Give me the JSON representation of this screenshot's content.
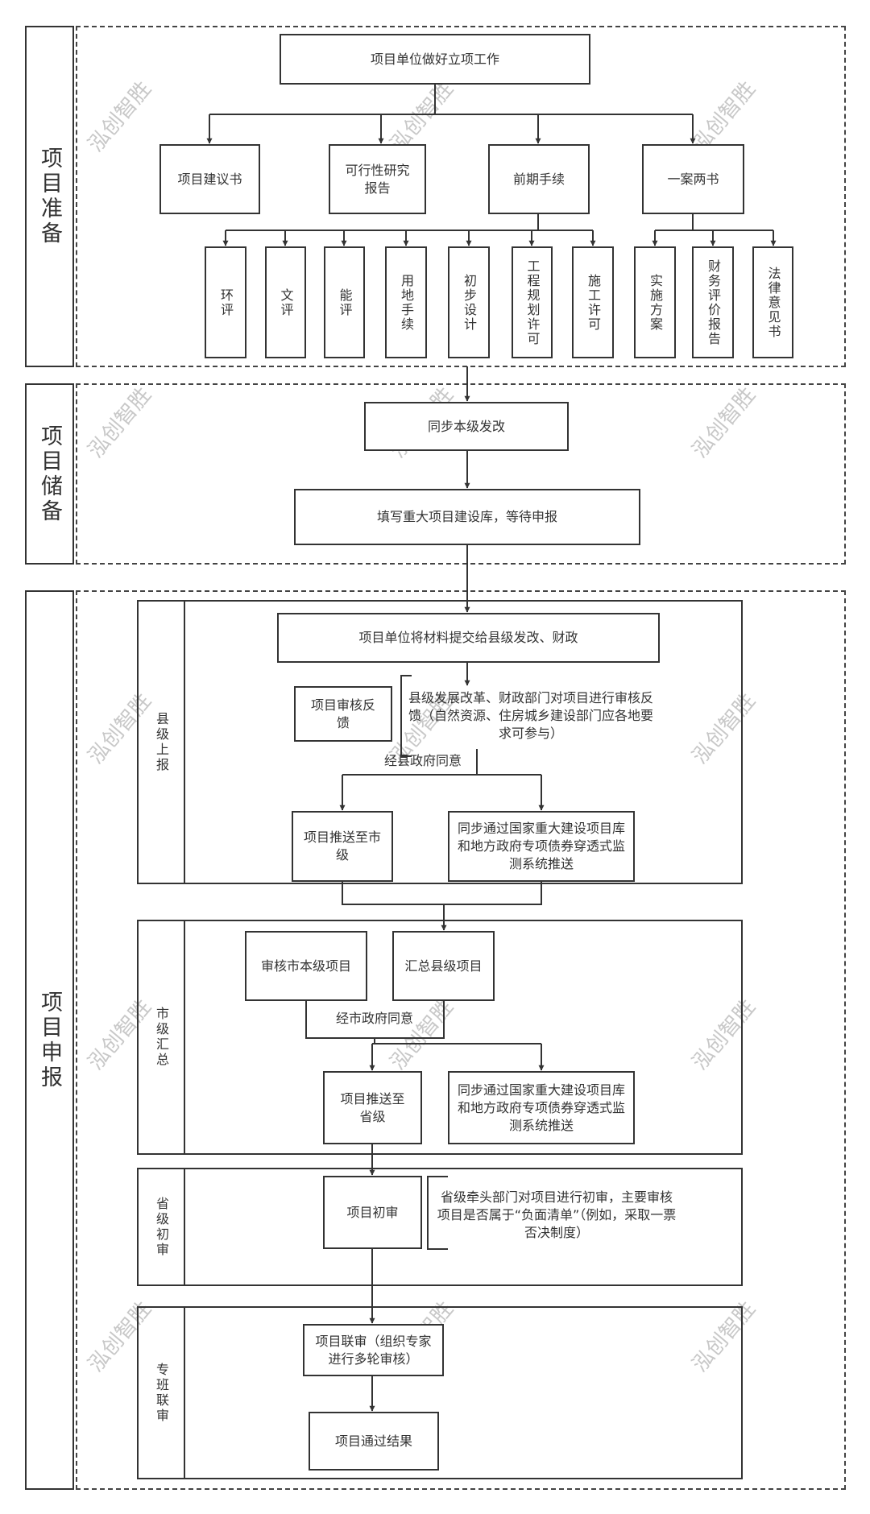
{
  "watermark": "泓创智胜",
  "stages": [
    {
      "label": "项目准备"
    },
    {
      "label": "项目储备"
    },
    {
      "label": "项目申报"
    }
  ],
  "prep": {
    "root": "项目单位做好立项工作",
    "branches": [
      "项目建议书",
      "可行性研究报告",
      "前期手续",
      "一案两书"
    ],
    "procedures": [
      "环评",
      "文评",
      "能评",
      "用地手续",
      "初步设计",
      "工程规划许可",
      "施工许可"
    ],
    "plan_docs": [
      "实施方案",
      "财务评价报告",
      "法律意见书"
    ]
  },
  "reserve": {
    "sync": "同步本级发改",
    "fill": "填写重大项目建设库，等待申报"
  },
  "county": {
    "lane": "县级上报",
    "submit": "项目单位将材料提交给县级发改、财政",
    "feedback": "项目审核反馈",
    "feedback_note": "县级发展改革、财政部门对项目进行审核反馈（自然资源、住房城乡建设部门应各地要求可参与）",
    "approval": "经县政府同意",
    "push": "项目推送至市级",
    "sync": "同步通过国家重大建设项目库和地方政府专项债券穿透式监测系统推送"
  },
  "city": {
    "lane": "市级汇总",
    "review_own": "审核市本级项目",
    "collect_county": "汇总县级项目",
    "approval": "经市政府同意",
    "push": "项目推送至省级",
    "sync": "同步通过国家重大建设项目库和地方政府专项债券穿透式监测系统推送"
  },
  "province": {
    "lane": "省级初审",
    "initial": "项目初审",
    "note": "省级牵头部门对项目进行初审，主要审核项目是否属于“负面清单”（例如，采取一票否决制度）"
  },
  "joint": {
    "lane": "专班联审",
    "review": "项目联审（组织专家进行多轮审核）",
    "result": "项目通过结果"
  }
}
